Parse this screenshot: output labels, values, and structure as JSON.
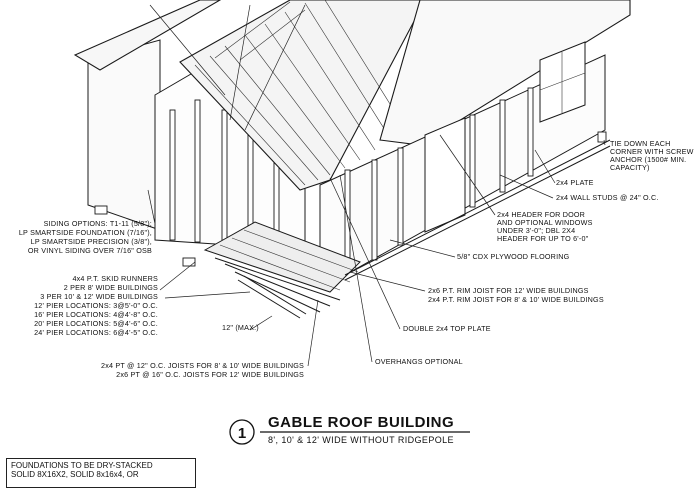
{
  "labels": {
    "tie_down": [
      "TIE DOWN EACH",
      "CORNER WITH SCREW",
      "ANCHOR (1500# MIN.",
      "CAPACITY)"
    ],
    "plate": "2x4 PLATE",
    "wall_studs": "2x4 WALL STUDS @ 24\" O.C.",
    "header": [
      "2x4 HEADER FOR DOOR",
      "AND OPTIONAL WINDOWS",
      "UNDER 3'-0\"; DBL 2X4",
      "HEADER FOR UP TO 6'-0\""
    ],
    "plywood": "5/8\" CDX PLYWOOD FLOORING",
    "siding": [
      "SIDING OPTIONS: T1-11 (5/8\");",
      "LP SMARTSIDE FOUNDATION (7/16\"),",
      "LP SMARTSIDE PRECISION (3/8\"),",
      "OR VINYL SIDING OVER 7/16\" OSB"
    ],
    "skid": [
      "4x4 P.T. SKID RUNNERS",
      "2 PER 8' WIDE BUILDINGS",
      "3 PER 10' & 12' WIDE BUILDINGS",
      "12' PIER LOCATIONS: 3@5'-0\" O.C.",
      "16' PIER LOCATIONS: 4@4'-8\" O.C.",
      "20' PIER LOCATIONS: 5@4'-6\" O.C.",
      "24' PIER LOCATIONS: 6@4'-5\" O.C."
    ],
    "rim_joist": [
      "2x6 P.T. RIM JOIST FOR 12' WIDE BUILDINGS",
      "2x4 P.T. RIM JOIST FOR 8' & 10' WIDE BUILDINGS"
    ],
    "top_plate": "DOUBLE 2x4 TOP PLATE",
    "overhangs": "OVERHANGS OPTIONAL",
    "joists": [
      "2x4 PT @ 12\" O.C. JOISTS FOR 8' & 10' WIDE BUILDINGS",
      "2x6 PT @ 16\" O.C. JOISTS FOR 12' WIDE BUILDINGS"
    ],
    "dim_12": "12\" (MAX.)"
  },
  "title": {
    "number": "1",
    "main": "GABLE ROOF BUILDING",
    "sub": "8', 10' & 12' WIDE WITHOUT RIDGEPOLE"
  },
  "foundation_note": [
    "FOUNDATIONS TO BE DRY-STACKED",
    "SOLID 8X16X2, SOLID 8x16x4, OR"
  ]
}
